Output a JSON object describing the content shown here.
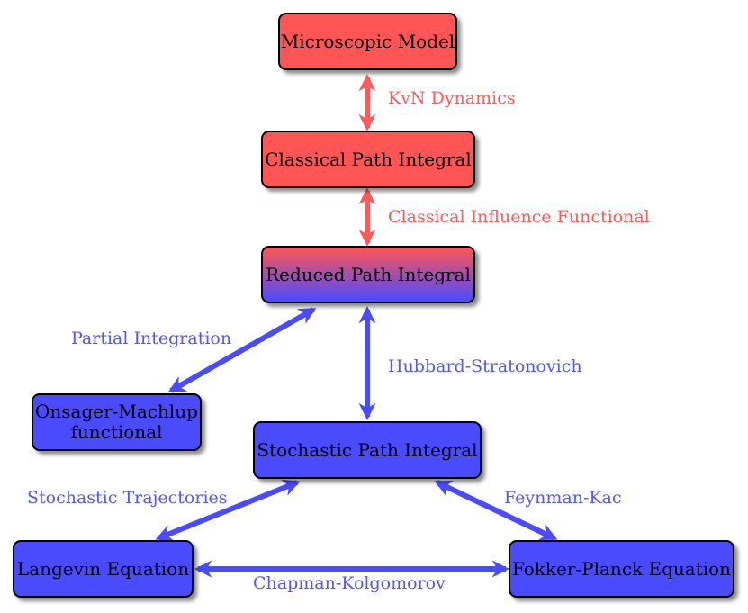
{
  "colors": {
    "red": "#ff5555",
    "blue": "#4a4aff",
    "red_text": "#ff5a5a",
    "blue_text": "#5555ff"
  },
  "nodes": {
    "microscopic_model": "Microscopic Model",
    "classical_path_integral": "Classical Path Integral",
    "reduced_path_integral": "Reduced Path Integral",
    "onsager_machlup": "Onsager-Machlup\nfunctional",
    "stochastic_path_integral": "Stochastic Path Integral",
    "langevin_equation": "Langevin Equation",
    "fokker_planck_equation": "Fokker-Planck Equation"
  },
  "edges": {
    "kvn_dynamics": "KvN Dynamics",
    "classical_influence_functional": "Classical Influence Functional",
    "partial_integration": "Partial Integration",
    "hubbard_stratonovich": "Hubbard-Stratonovich",
    "stochastic_trajectories": "Stochastic Trajectories",
    "feynman_kac": "Feynman-Kac",
    "chapman_kolgomorov": "Chapman-Kolgomorov"
  }
}
